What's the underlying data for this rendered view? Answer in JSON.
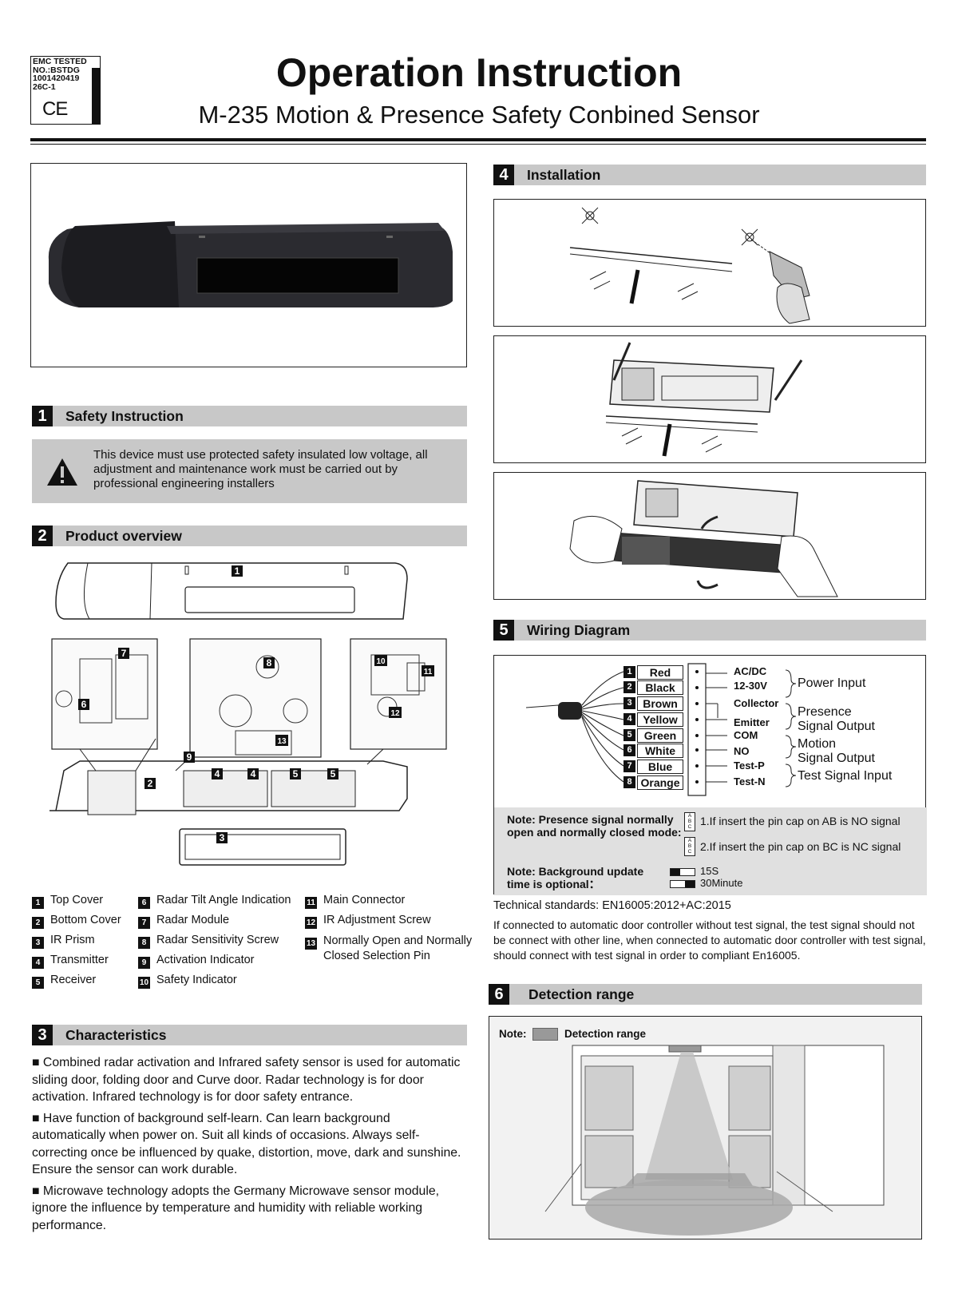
{
  "emc": {
    "lines": [
      "EMC TESTED",
      "NO.:BSTDG",
      "1001420419",
      "26C-1"
    ],
    "mark": "CE"
  },
  "header": {
    "title": "Operation Instruction",
    "subtitle": "M-235  Motion & Presence Safety Conbined Sensor"
  },
  "sections": {
    "s1": {
      "num": "1",
      "label": "Safety Instruction"
    },
    "s2": {
      "num": "2",
      "label": "Product overview"
    },
    "s3": {
      "num": "3",
      "label": "Characteristics"
    },
    "s4": {
      "num": "4",
      "label": "Installation"
    },
    "s5": {
      "num": "5",
      "label": "Wiring Diagram"
    },
    "s6": {
      "num": "6",
      "label": "Detection range"
    }
  },
  "safety": {
    "text": "This device must use protected safety insulated low voltage, all adjustment and maintenance work must be carried out by professional engineering installers"
  },
  "legend": [
    {
      "n": "1",
      "label": "Top Cover"
    },
    {
      "n": "2",
      "label": "Bottom Cover"
    },
    {
      "n": "3",
      "label": "IR Prism"
    },
    {
      "n": "4",
      "label": "Transmitter"
    },
    {
      "n": "5",
      "label": "Receiver"
    },
    {
      "n": "6",
      "label": "Radar Tilt Angle Indication"
    },
    {
      "n": "7",
      "label": "Radar  Module"
    },
    {
      "n": "8",
      "label": "Radar  Sensitivity  Screw"
    },
    {
      "n": "9",
      "label": "Activation Indicator"
    },
    {
      "n": "10",
      "label": "Safety Indicator"
    },
    {
      "n": "11",
      "label": "Main Connector"
    },
    {
      "n": "12",
      "label": "IR Adjustment Screw"
    },
    {
      "n": "13",
      "label": "Normally Open and Normally",
      "label2": "Closed Selection Pin"
    }
  ],
  "callouts": [
    "1",
    "2",
    "3",
    "4",
    "4",
    "5",
    "5",
    "6",
    "7",
    "8",
    "9",
    "10",
    "11",
    "12",
    "13"
  ],
  "characteristics": [
    "■ Combined radar activation and Infrared safety sensor is used for automatic sliding door, folding door and Curve door. Radar technology is for door activation. Infrared technology is for door safety entrance.",
    "■ Have function of background self-learn. Can learn background automatically when power on. Suit all kinds of occasions. Always self-correcting once be influenced by quake, distortion, move, dark and sunshine. Ensure the sensor can work durable.",
    "■  Microwave technology adopts the Germany Microwave sensor module, ignore the influence by temperature and humidity with reliable working performance."
  ],
  "wiring": {
    "wires": [
      {
        "n": "1",
        "color": "Red"
      },
      {
        "n": "2",
        "color": "Black"
      },
      {
        "n": "3",
        "color": "Brown"
      },
      {
        "n": "4",
        "color": "Yellow"
      },
      {
        "n": "5",
        "color": "Green"
      },
      {
        "n": "6",
        "color": "White"
      },
      {
        "n": "7",
        "color": "Blue"
      },
      {
        "n": "8",
        "color": "Orange"
      }
    ],
    "terminals": [
      "AC/DC",
      "12-30V",
      "Collector",
      "Emitter",
      "COM",
      "NO",
      "Test-P",
      "Test-N"
    ],
    "groups": [
      {
        "l1": "Power Input"
      },
      {
        "l1": "Presence",
        "l2": "Signal Output"
      },
      {
        "l1": "Motion",
        "l2": "Signal Output"
      },
      {
        "l1": "Test Signal Input"
      }
    ],
    "note1_title": [
      "Note: Presence signal normally",
      "open and normally closed mode:"
    ],
    "note1_items": [
      "1.If insert the pin cap on AB is NO signal",
      "2.If insert the pin cap on BC is NC signal"
    ],
    "pin_letters": [
      "A",
      "B",
      "C"
    ],
    "note2_title": [
      "Note: Background update",
      "time is optional："
    ],
    "note2_items": [
      "15S",
      "30Minute"
    ]
  },
  "standards": "Technical standards: EN16005:2012+AC:2015",
  "standards_note": "If connected to automatic door controller without test signal, the test signal should not be connect with other line, when connected to automatic door controller with test signal, should connect with test signal in order to compliant En16005.",
  "detection": {
    "note_label": "Note:",
    "legend_label": "Detection range"
  }
}
